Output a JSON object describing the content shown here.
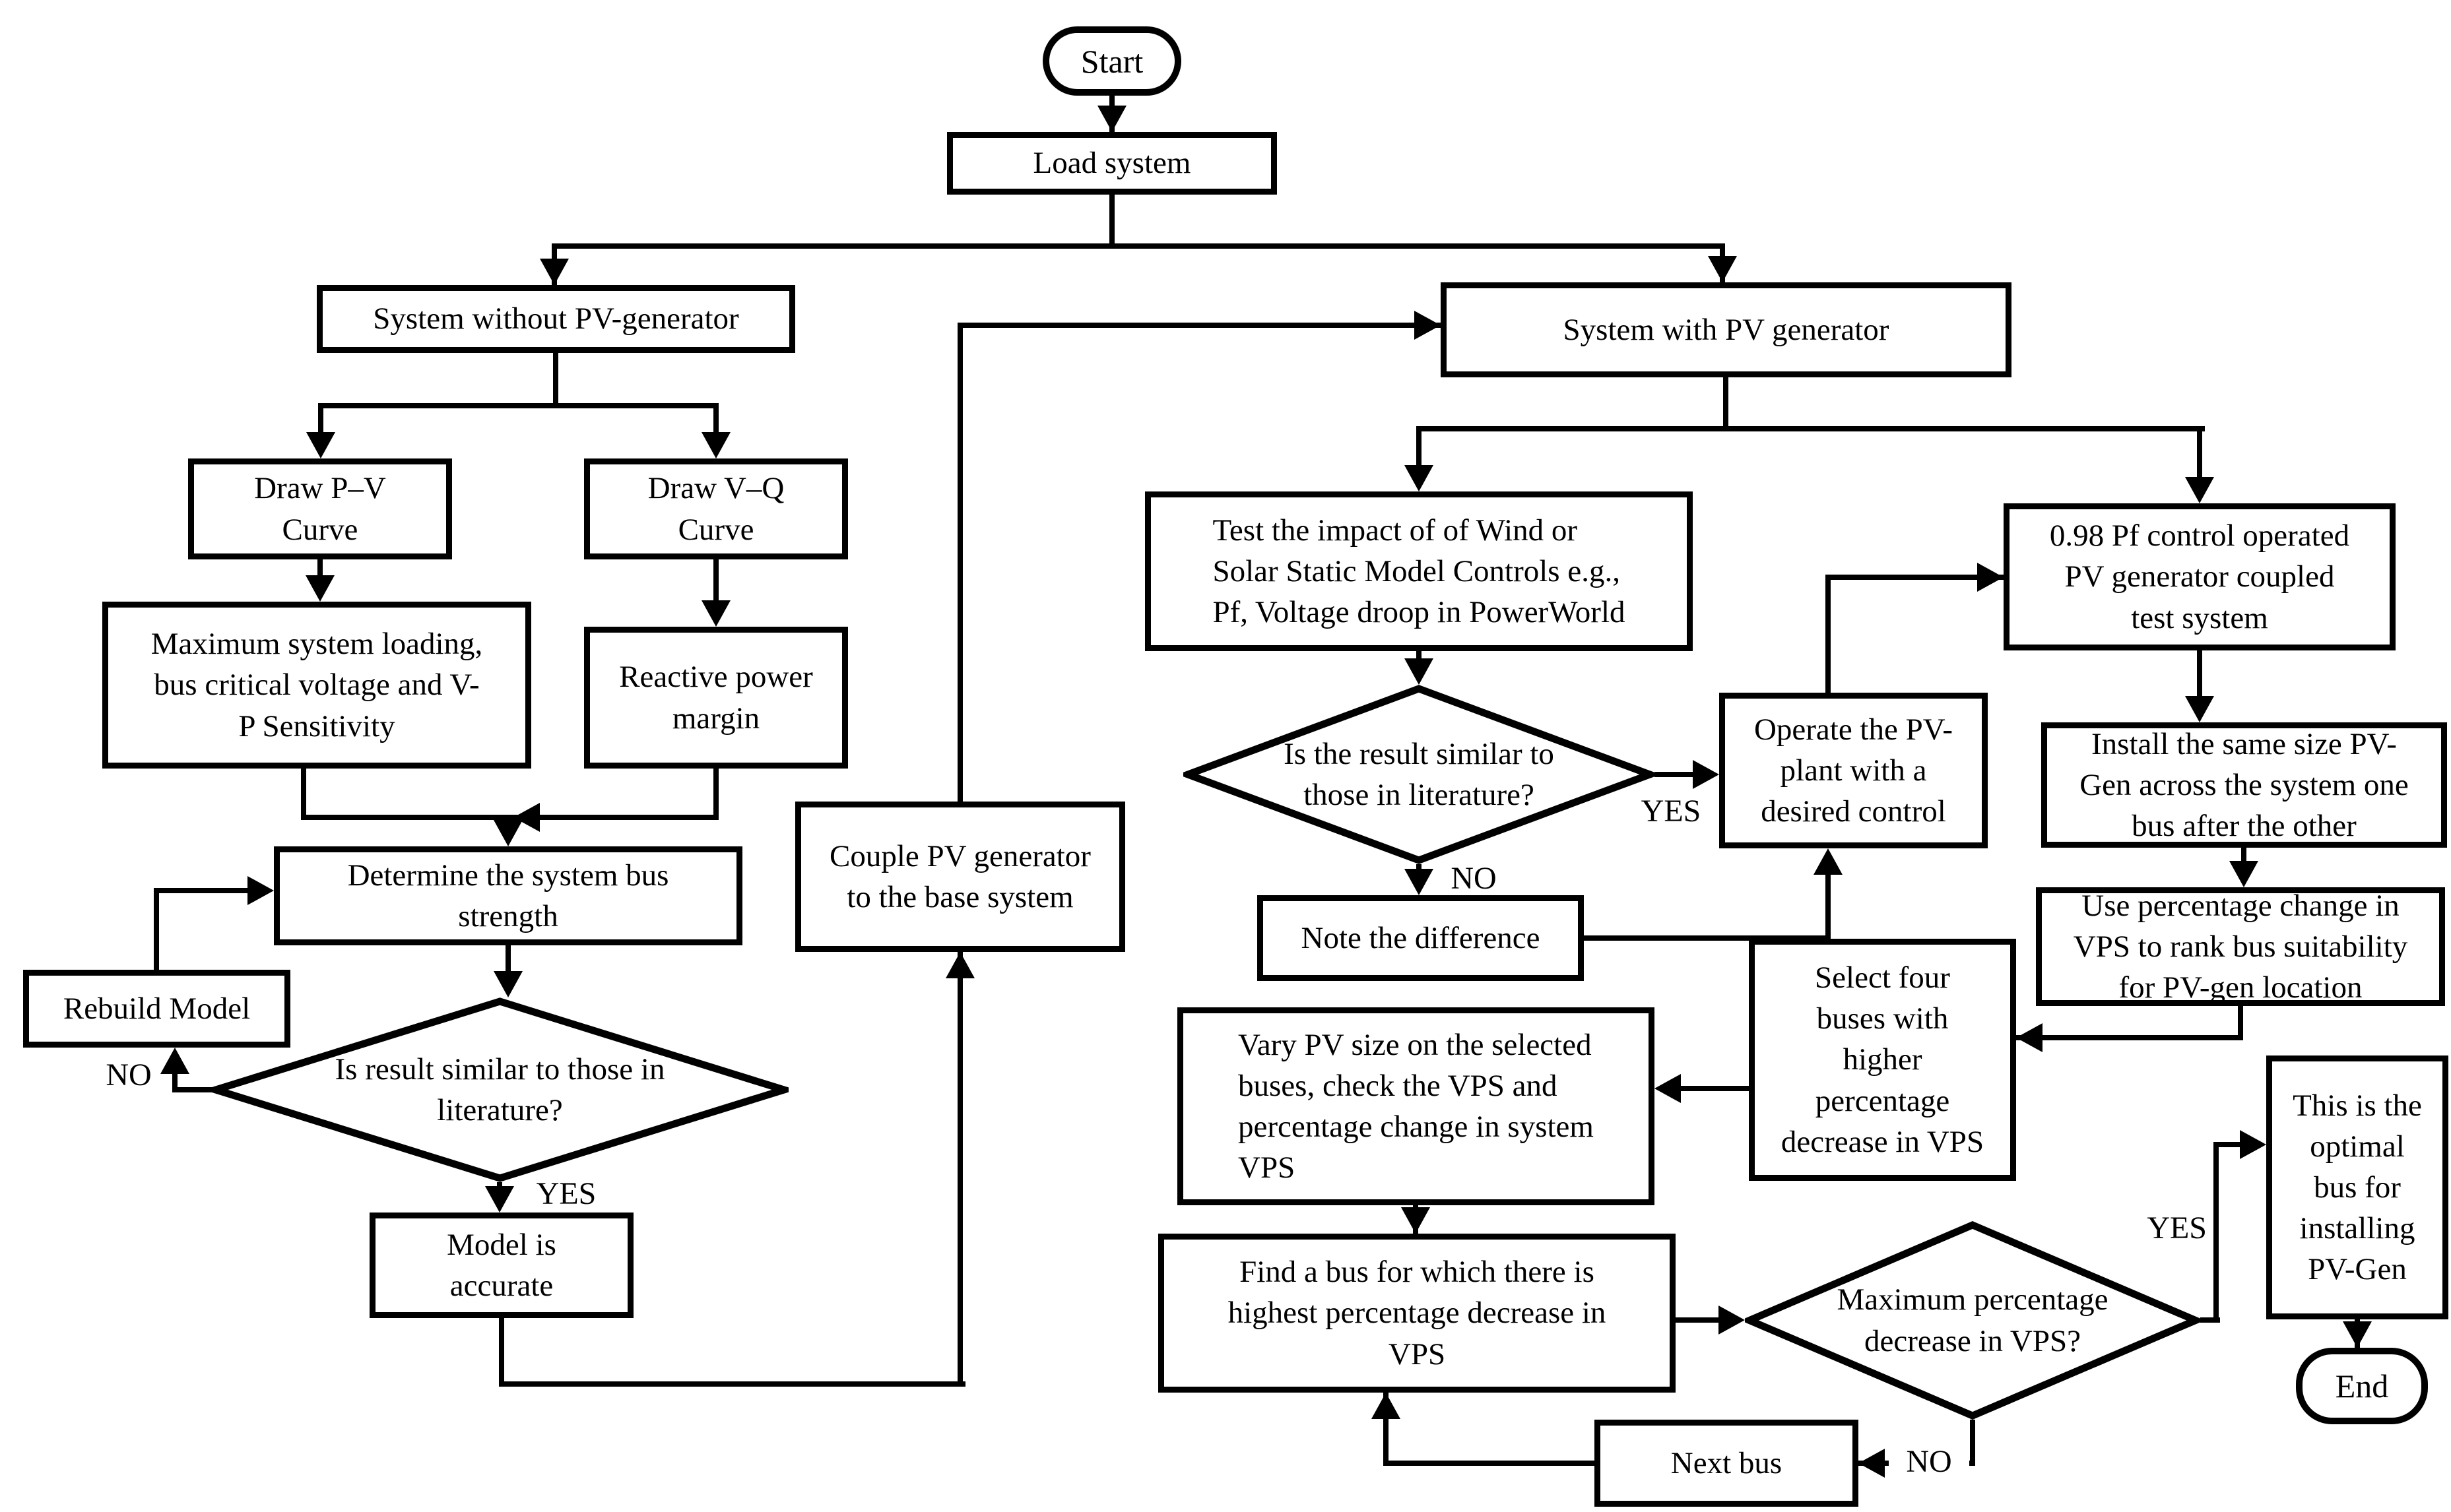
{
  "diagram": {
    "title": "PV generator placement flowchart",
    "background_color": "#ffffff",
    "line_color": "#000000"
  },
  "nodes": {
    "start": {
      "label": "Start"
    },
    "load_system": {
      "label": "Load system"
    },
    "sys_without": {
      "label": "System without PV-generator"
    },
    "draw_pv": {
      "label": [
        "Draw P–V",
        "Curve"
      ]
    },
    "draw_vq": {
      "label": [
        "Draw V–Q",
        "Curve"
      ]
    },
    "max_loading": {
      "label": [
        "Maximum system loading,",
        "bus critical voltage and V-",
        "P Sensitivity"
      ]
    },
    "reactive_margin": {
      "label": [
        "Reactive power",
        "margin"
      ]
    },
    "determine": {
      "label": [
        "Determine the system bus",
        "strength"
      ]
    },
    "rebuild": {
      "label": "Rebuild Model"
    },
    "diamond_literature_left": {
      "label": [
        "Is result similar to those in",
        "literature?"
      ]
    },
    "model_accurate": {
      "label": [
        "Model is",
        "accurate"
      ]
    },
    "couple_pv": {
      "label": [
        "Couple PV generator",
        "to the base system"
      ]
    },
    "sys_with": {
      "label": "System with PV generator"
    },
    "test_impact": {
      "label": [
        "Test the impact of of Wind or",
        "Solar Static Model  Controls e.g.,",
        "Pf, Voltage droop in PowerWorld"
      ]
    },
    "diamond_literature_right": {
      "label": [
        "Is the result similar to",
        "those in literature?"
      ]
    },
    "note_diff": {
      "label": "Note the difference"
    },
    "operate_pv": {
      "label": [
        "Operate the PV-",
        "plant with a",
        "desired control"
      ]
    },
    "pf_control": {
      "label": [
        "0.98 Pf control operated",
        "PV generator coupled",
        "test system"
      ]
    },
    "install_same": {
      "label": [
        "Install the same size PV-",
        "Gen across the system one",
        "bus after the other"
      ]
    },
    "use_pct": {
      "label": [
        "Use percentage change in",
        "VPS to rank bus suitability",
        "for PV-gen location"
      ]
    },
    "select_four": {
      "label": [
        "Select four",
        "buses with",
        "higher",
        "percentage",
        "decrease in VPS"
      ]
    },
    "vary_pv": {
      "label": [
        "Vary PV size on the selected",
        "buses, check the VPS and",
        "percentage change in system",
        "VPS"
      ]
    },
    "find_bus": {
      "label": [
        "Find a bus for which there is",
        "highest percentage decrease in",
        "VPS"
      ]
    },
    "diamond_max_decrease": {
      "label": [
        "Maximum percentage",
        "decrease in VPS?"
      ]
    },
    "next_bus": {
      "label": "Next bus"
    },
    "optimal_bus": {
      "label": [
        "This is the",
        "optimal",
        "bus for",
        "installing",
        "PV-Gen"
      ]
    },
    "end": {
      "label": "End"
    }
  },
  "edge_labels": {
    "d1_no": "NO",
    "d1_yes": "YES",
    "d2_no": "NO",
    "d2_yes": "YES",
    "d3_yes": "YES",
    "d3_no": "NO"
  }
}
